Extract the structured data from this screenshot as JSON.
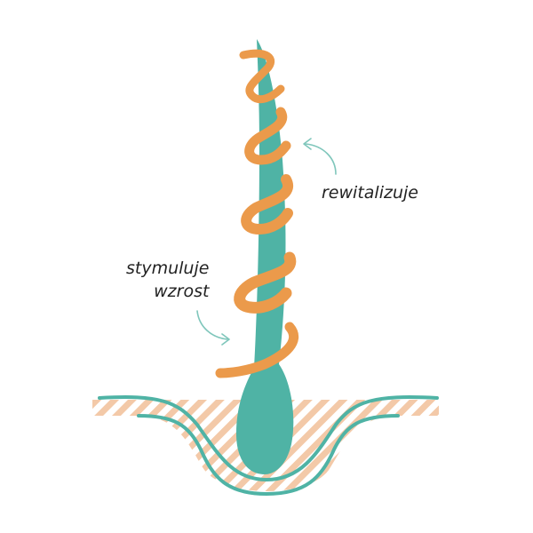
{
  "colors": {
    "hair": "#4fb3a5",
    "spiral": "#eb9a4b",
    "skin_stripe": "#f3c9a8",
    "arrow": "#7fc6bb",
    "text": "#222222",
    "background": "#ffffff"
  },
  "labels": {
    "revitalize": "rewitalizuje",
    "stimulate_line1": "stymuluje",
    "stimulate_line2": "wzrost"
  },
  "icons": {
    "revitalize_arrow": "curved-arrow-icon",
    "stimulate_arrow": "curved-arrow-icon"
  }
}
